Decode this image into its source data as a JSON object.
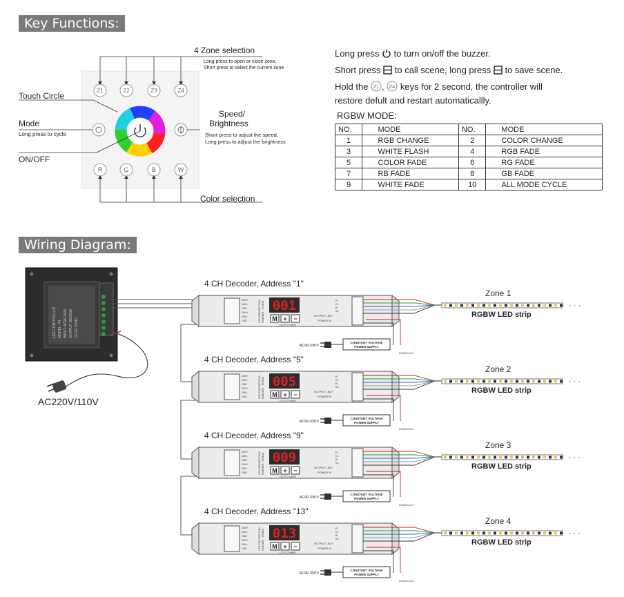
{
  "key_functions": {
    "title": "Key Functions:",
    "zone_selection": "4 Zone selection",
    "zone_selection_desc1": "Long press to open or close zone,",
    "zone_selection_desc2": "Short press to select the current zone",
    "touch_circle": "Touch Circle",
    "mode": "Mode",
    "mode_desc": "Long press to cycle",
    "onoff": "ON/OFF",
    "speed1": "Speed/",
    "speed2": "Brightness",
    "speed_desc1": "Short press to adjust the speed,",
    "speed_desc2": "Long press to adjust the brightness",
    "color_selection": "Color selection",
    "zone_keys": [
      "Z1",
      "Z2",
      "Z3",
      "Z4"
    ],
    "color_keys": [
      "R",
      "G",
      "B",
      "W"
    ],
    "instructions": {
      "l1a": "Long press",
      "l1b": "to turn on/off the buzzer.",
      "l2a": "Short press",
      "l2b": "to call scene, long press",
      "l2c": "to save scene.",
      "l3a": "Hold the",
      "l3b": ",",
      "l3c": "keys for 2 second, the controller will",
      "l4": "restore defult and restart automaticallly."
    },
    "rgbw_mode_title": "RGBW MODE:",
    "table_header": [
      "NO.",
      "MODE",
      "NO.",
      "MODE"
    ],
    "table_rows": [
      [
        "1",
        "RGB CHANGE",
        "2",
        "COLOR CHANGE"
      ],
      [
        "3",
        "WHITE FLASH",
        "4",
        "RGB FADE"
      ],
      [
        "5",
        "COLOR FADE",
        "6",
        "RG FADE"
      ],
      [
        "7",
        "RB FADE",
        "8",
        "GB FADE"
      ],
      [
        "9",
        "WHITE FADE",
        "10",
        "ALL MODE CYCLE"
      ]
    ]
  },
  "wiring": {
    "title": "Wiring Diagram:",
    "mains": "AC220V/110V",
    "controller_labels": [
      "LED CONTROLLER",
      "MODEL: T4",
      "INPUT: AC90-264V",
      "OUTPUT: DMX512",
      "CE FC RoHS"
    ],
    "decoders": [
      {
        "title": "4 CH Decoder, Address \"1\"",
        "display": "001",
        "zone": "Zone 1",
        "strip": "RGBW LED strip",
        "ac": "AC90-250V"
      },
      {
        "title": "4 CH Decoder, Address \"5\"",
        "display": "005",
        "zone": "Zone 2",
        "strip": "RGBW LED strip",
        "ac": "AC90-250V"
      },
      {
        "title": "4 CH Decoder, Address \"9\"",
        "display": "009",
        "zone": "Zone 3",
        "strip": "RGBW LED strip",
        "ac": "AC90-250V"
      },
      {
        "title": "4 CH Decoder, Address \"13\"",
        "display": "013",
        "zone": "Zone 4",
        "strip": "RGBW LED strip",
        "ac": "AC90-250V"
      }
    ],
    "psu_label1": "CONSTANT VOLTAGE",
    "psu_label2": "POWER SUPPLY",
    "dc_label": "DC12V-24V",
    "decoder_side1": "LED DRIVER DMX",
    "decoder_side2": "DIMMER - RGBW",
    "decoder_buttons": [
      "M",
      "+",
      "−"
    ],
    "decoder_cert": "CE FC RoHS",
    "decoder_terminals": [
      "DMX+",
      "DMX-",
      "GND",
      "DMX+",
      "DMX-",
      "GND"
    ],
    "decoder_outputs": [
      "R-",
      "G-",
      "B-",
      "W-"
    ],
    "output_label": "OUTPUT LED+",
    "power_label": "POWER IN",
    "dots": "· · ·"
  }
}
